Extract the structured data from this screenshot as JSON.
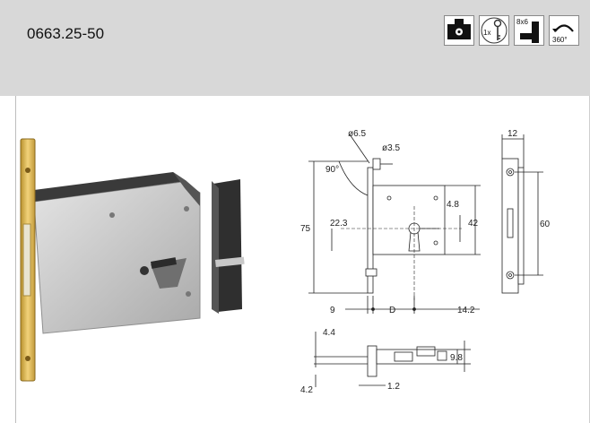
{
  "product": {
    "code": "0663.25-50"
  },
  "icons": [
    {
      "name": "cylinder-bore-icon"
    },
    {
      "name": "key-icon",
      "label": "1x"
    },
    {
      "name": "spindle-icon",
      "label": "8x6"
    },
    {
      "name": "rotation-icon",
      "label": "360°"
    }
  ],
  "drawing": {
    "front_dims": {
      "hole_dia": "ø6.5",
      "pin_dia": "ø3.5",
      "angle": "90°",
      "height": "75",
      "center_offset": "22.3",
      "keyhole_offset": "4.8",
      "body_height": "42",
      "left_margin": "9",
      "backset": "D",
      "depth": "14.2"
    },
    "side_dims": {
      "width": "12",
      "hole_spacing": "60"
    },
    "top_dims": {
      "a": "4.4",
      "b": "9.8",
      "c": "4.2",
      "d": "1.2"
    }
  }
}
